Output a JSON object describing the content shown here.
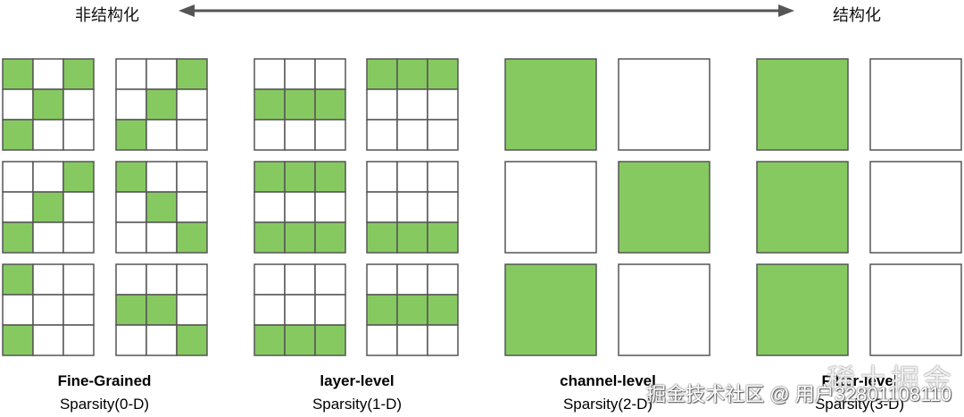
{
  "axis": {
    "left_label": "非结构化",
    "right_label": "结构化"
  },
  "colors": {
    "fill": "#87c961",
    "empty": "#ffffff",
    "stroke": "#555555",
    "arrow": "#555555"
  },
  "groups": [
    {
      "id": "fine-grained",
      "title": "Fine-Grained",
      "subtitle": "Sparsity(0-D)",
      "cell_type": "grid3x3",
      "blocks": [
        [
          [
            1,
            0,
            1
          ],
          [
            0,
            1,
            0
          ],
          [
            1,
            0,
            0
          ]
        ],
        [
          [
            0,
            0,
            1
          ],
          [
            0,
            1,
            0
          ],
          [
            1,
            0,
            0
          ]
        ],
        [
          [
            0,
            0,
            1
          ],
          [
            0,
            1,
            0
          ],
          [
            1,
            0,
            0
          ]
        ],
        [
          [
            1,
            0,
            0
          ],
          [
            0,
            1,
            0
          ],
          [
            0,
            0,
            1
          ]
        ],
        [
          [
            1,
            0,
            0
          ],
          [
            0,
            0,
            0
          ],
          [
            1,
            0,
            0
          ]
        ],
        [
          [
            0,
            0,
            0
          ],
          [
            1,
            1,
            0
          ],
          [
            0,
            0,
            1
          ]
        ]
      ]
    },
    {
      "id": "layer-level",
      "title": "layer-level",
      "subtitle": "Sparsity(1-D)",
      "cell_type": "grid3x3",
      "blocks": [
        [
          [
            0,
            0,
            0
          ],
          [
            1,
            1,
            1
          ],
          [
            0,
            0,
            0
          ]
        ],
        [
          [
            1,
            1,
            1
          ],
          [
            0,
            0,
            0
          ],
          [
            0,
            0,
            0
          ]
        ],
        [
          [
            1,
            1,
            1
          ],
          [
            0,
            0,
            0
          ],
          [
            1,
            1,
            1
          ]
        ],
        [
          [
            0,
            0,
            0
          ],
          [
            0,
            0,
            0
          ],
          [
            1,
            1,
            1
          ]
        ],
        [
          [
            0,
            0,
            0
          ],
          [
            0,
            0,
            0
          ],
          [
            1,
            1,
            1
          ]
        ],
        [
          [
            0,
            0,
            0
          ],
          [
            1,
            1,
            1
          ],
          [
            0,
            0,
            0
          ]
        ]
      ]
    },
    {
      "id": "channel-level",
      "title": "channel-level",
      "subtitle": "Sparsity(2-D)",
      "cell_type": "solid",
      "blocks": [
        1,
        0,
        0,
        1,
        1,
        0
      ]
    },
    {
      "id": "filter-level",
      "title": "Filter-level",
      "subtitle": "Sparsity(3-D)",
      "cell_type": "solid",
      "blocks": [
        1,
        0,
        1,
        0,
        1,
        0
      ]
    }
  ],
  "watermark": {
    "text": "掘金技术社区 @ 用户3280110811​0",
    "logo": "稀土掘金"
  }
}
